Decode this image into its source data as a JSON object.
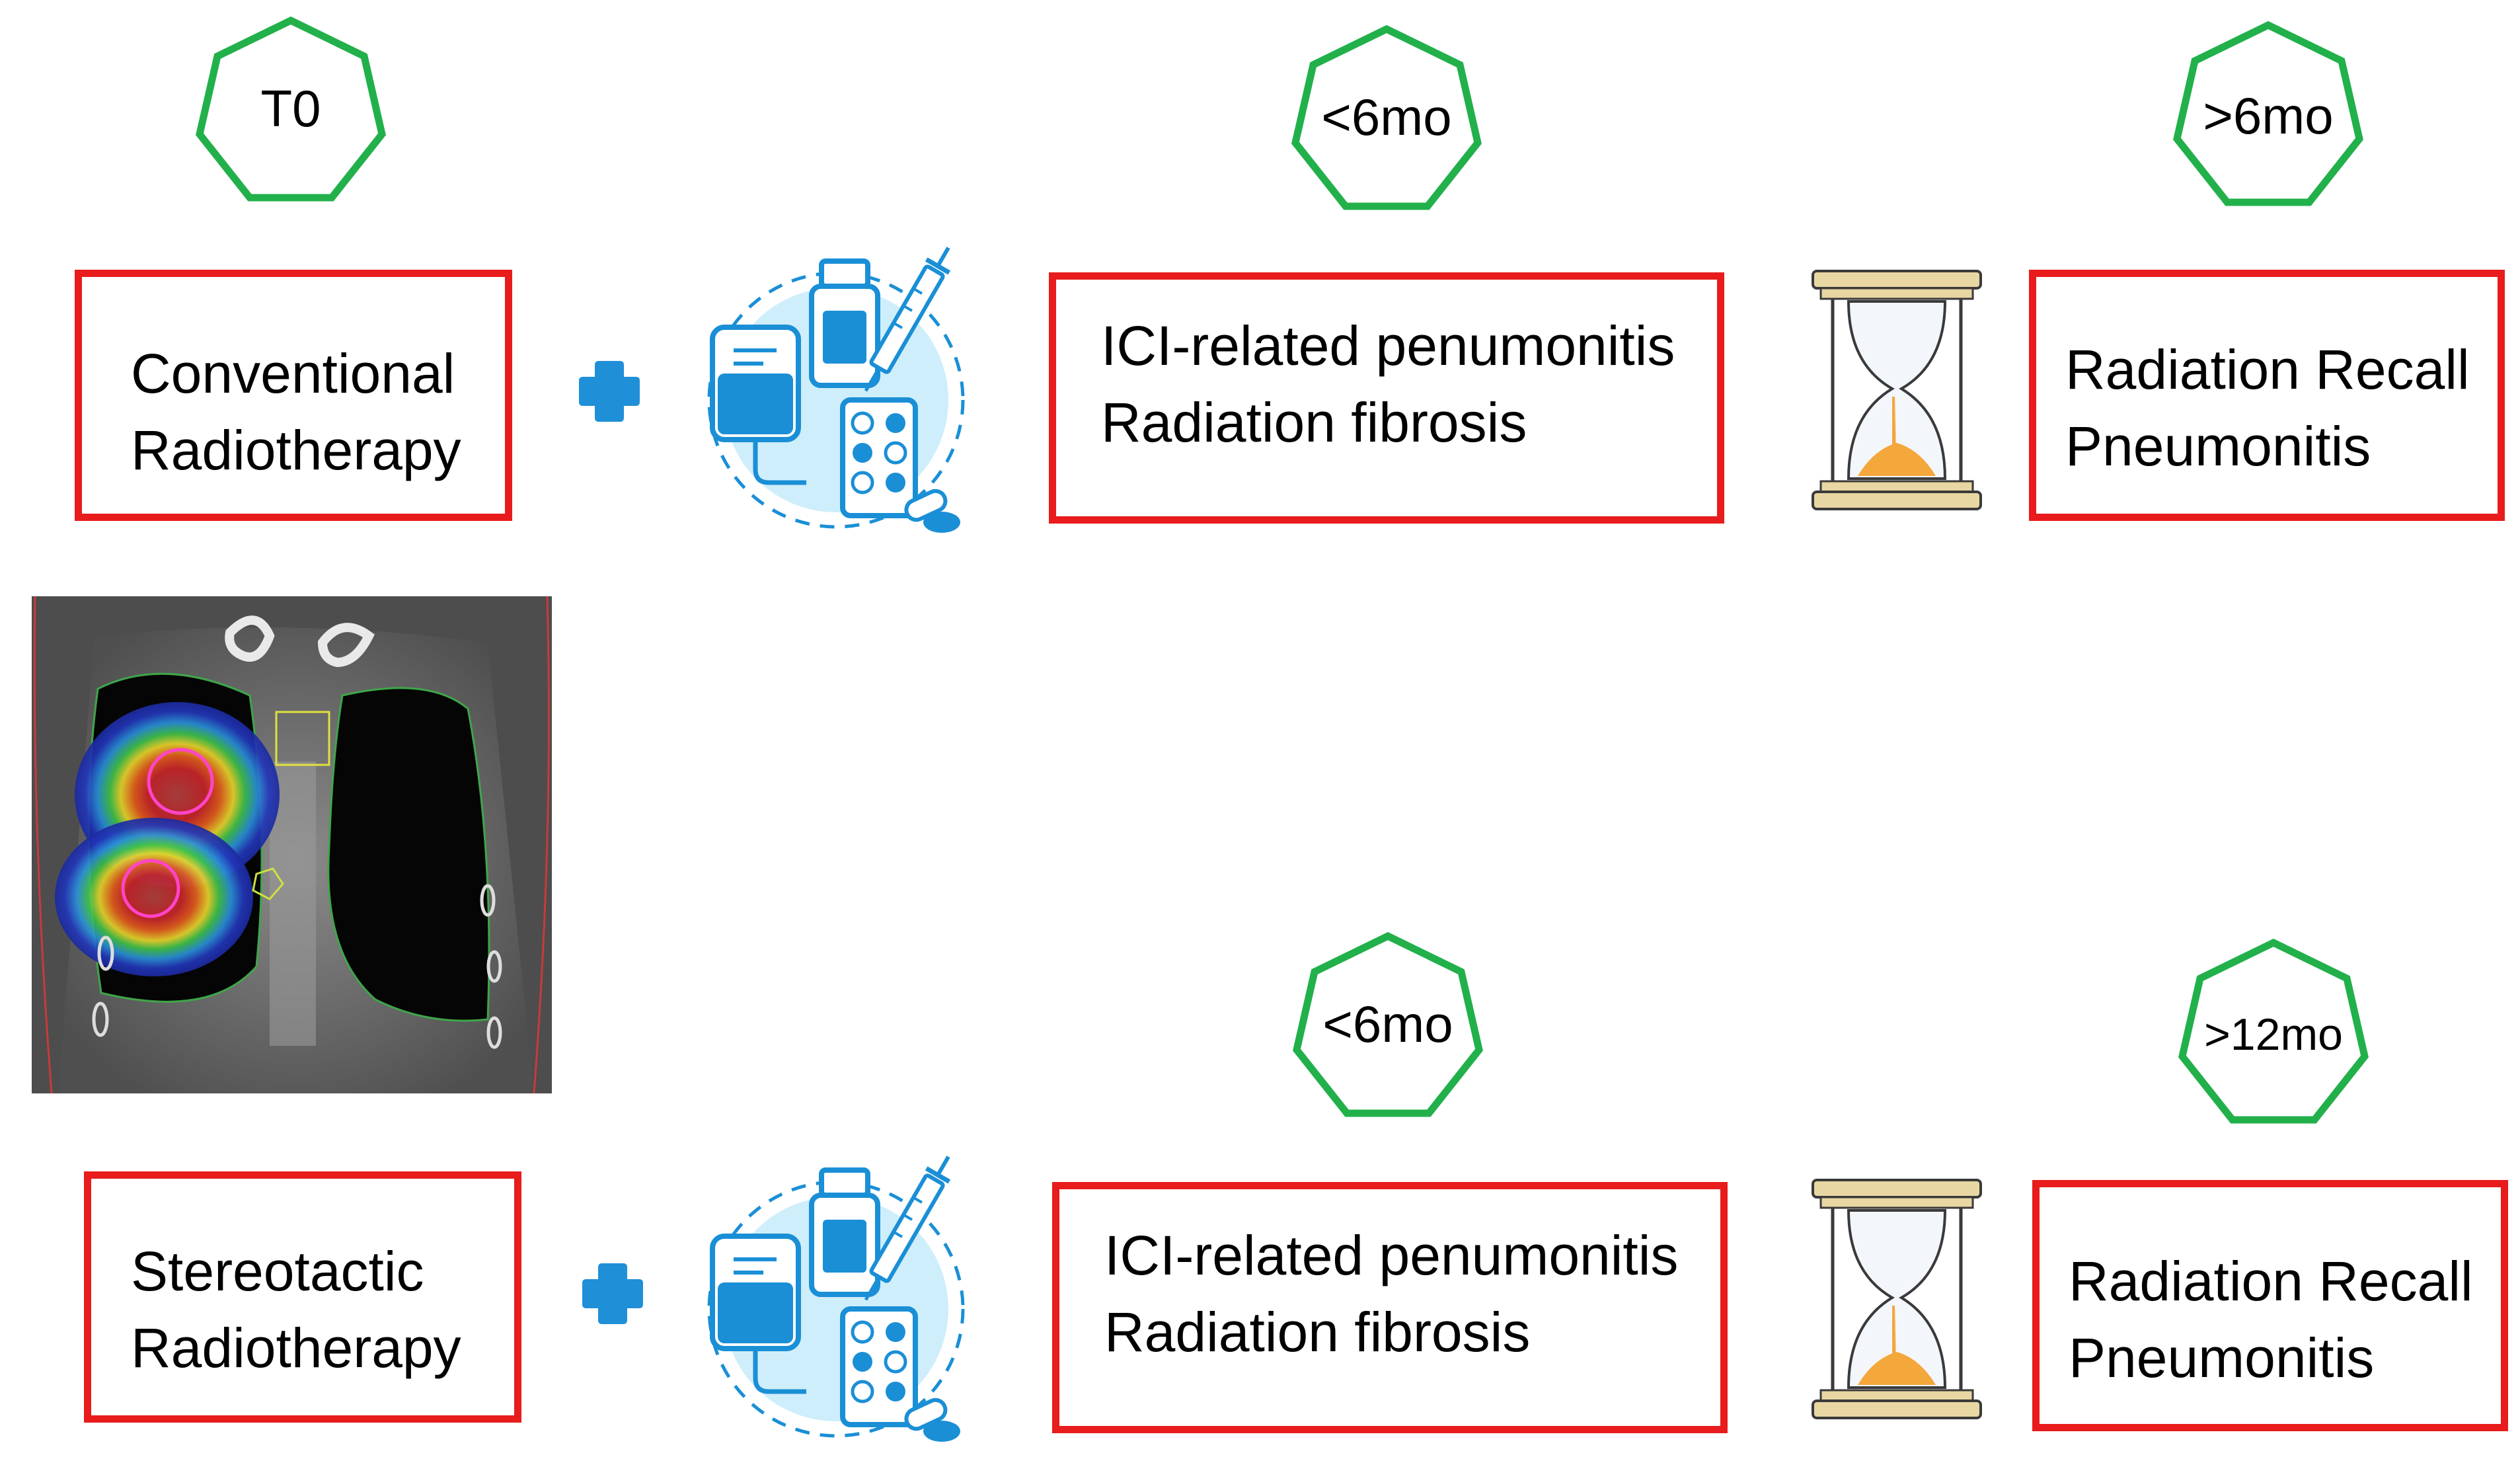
{
  "colors": {
    "heptagon_stroke": "#22b04b",
    "box_border": "#e81c1c",
    "plus": "#1f8fd8",
    "drug_blue": "#1a8fd6",
    "drug_circle": "#cfeefb",
    "hourglass_frame": "#e9d7a3",
    "hourglass_sand": "#f4a73b"
  },
  "icons": {
    "plus": "plus-icon",
    "drugs": "iv-bag-vial-syringe-pills-icon",
    "hourglass": "hourglass-icon"
  },
  "top_row": {
    "timepoint_start": "T0",
    "treatment_label": [
      "Conventional",
      "Radiotherapy"
    ],
    "timepoint_early": "<6mo",
    "early_effects": [
      "ICI-related penumonitis",
      "Radiation fibrosis"
    ],
    "timepoint_late": ">6mo",
    "late_effect": [
      "Radiation Recall",
      "Pneumonitis"
    ]
  },
  "bottom_row": {
    "treatment_label": [
      "Stereotactic",
      "Radiotherapy"
    ],
    "timepoint_early": "<6mo",
    "early_effects": [
      "ICI-related penumonitis",
      "Radiation fibrosis"
    ],
    "timepoint_late": ">12mo",
    "late_effect": [
      "Radiation Recall",
      "Pneumonitis"
    ]
  }
}
